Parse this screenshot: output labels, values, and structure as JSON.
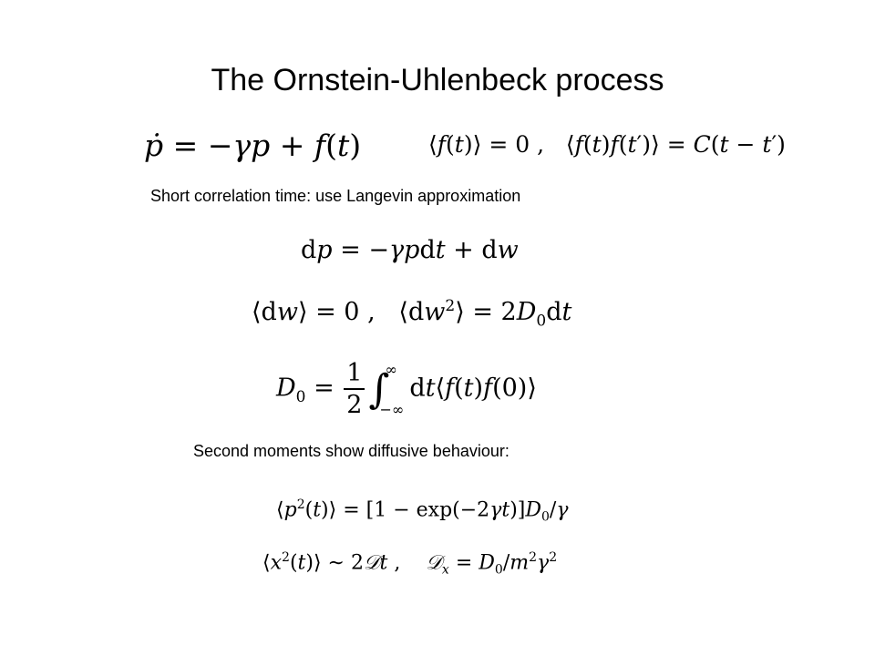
{
  "slide": {
    "title": "The Ornstein-Uhlenbeck process",
    "captions": {
      "langevin": "Short correlation time: use Langevin approximation",
      "moments": "Second moments show diffusive behaviour:"
    }
  }
}
